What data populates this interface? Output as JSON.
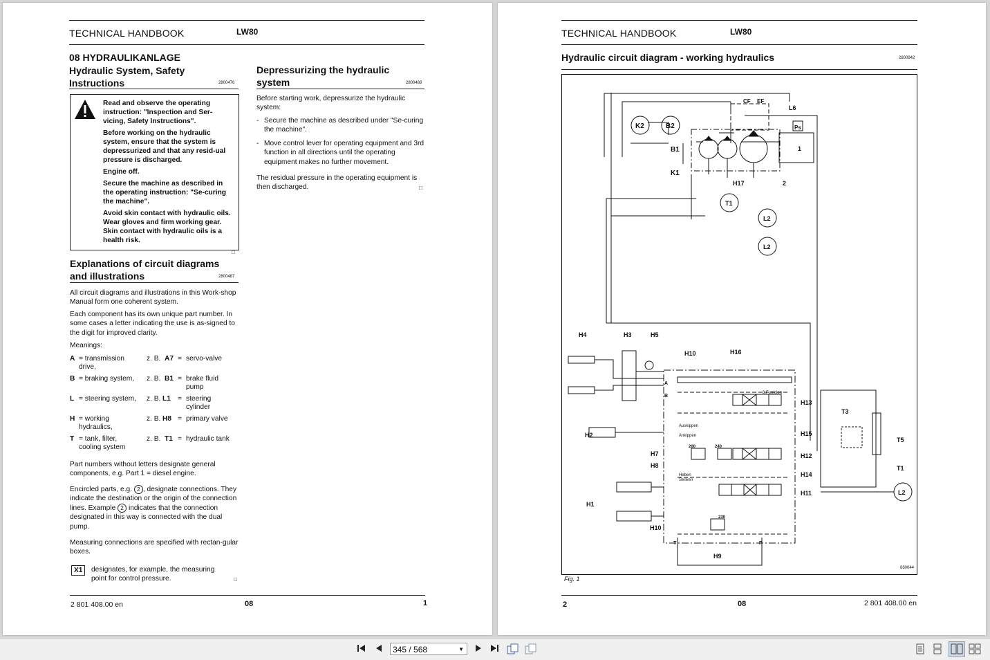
{
  "left_page": {
    "header": {
      "title": "TECHNICAL HANDBOOK",
      "model": "LW80"
    },
    "section_title": "08 HYDRAULIKANLAGE",
    "safety_title_1": "Hydraulic System, Safety",
    "safety_title_2": "Instructions",
    "safety_code": "2800476",
    "warning": [
      "Read and observe the operating instruction: \"Inspection and Ser-vicing, Safety Instructions\".",
      "Before working on the hydraulic system, ensure that the system is depressurized and that any resid-ual pressure is discharged.",
      "Engine off.",
      "Secure the machine as described in the operating instruction: \"Se-curing the machine\".",
      "Avoid skin contact with hydraulic oils. Wear gloves and firm working gear. Skin contact with hydraulic oils is a health risk."
    ],
    "end_mark": "□",
    "depress_title_1": "Depressurizing the hydraulic",
    "depress_title_2": "system",
    "depress_code": "2800488",
    "depress_intro": "Before starting work, depressurize the hydraulic system:",
    "depress_steps": [
      "Secure the machine as described under \"Se-curing the machine\".",
      "Move control lever for operating equipment and 3rd function in all directions until the operating equipment makes no further movement."
    ],
    "depress_outro": "The residual pressure in the operating equipment is then discharged.",
    "expl_title_1": "Explanations of circuit diagrams",
    "expl_title_2": "and illustrations",
    "expl_code": "2800487",
    "expl_p1": "All circuit diagrams and illustrations in this Work-shop Manual form one coherent system.",
    "expl_p2": "Each component has its own unique part number. In some cases a letter indicating the use is as-signed to the digit for improved clarity.",
    "meanings_label": "Meanings:",
    "meanings": [
      {
        "letter": "A",
        "def": "= transmission drive,",
        "example": "z. B.",
        "code": "A7",
        "eq": "=",
        "expl": "servo-valve"
      },
      {
        "letter": "B",
        "def": "= braking system,",
        "example": "z. B.",
        "code": "B1",
        "eq": "=",
        "expl": "brake fluid pump"
      },
      {
        "letter": "L",
        "def": "= steering system,",
        "example": "z. B.",
        "code": "L1",
        "eq": "=",
        "expl": "steering cylinder"
      },
      {
        "letter": "H",
        "def": "= working hydraulics,",
        "example": "z. B.",
        "code": "H8",
        "eq": "=",
        "expl": "primary valve"
      },
      {
        "letter": "T",
        "def": "= tank, filter, cooling system",
        "example": "z. B.",
        "code": "T1",
        "eq": "=",
        "expl": "hydraulic tank"
      }
    ],
    "expl_p3": "Part numbers without letters designate general components, e.g. Part 1 = diesel engine.",
    "expl_p4a": "Encircled parts, e.g.",
    "expl_p4_circle": "2",
    "expl_p4b": ", designate connections. They indicate the destination or the origin of the connection lines. Example",
    "expl_p4c": "indicates that the connection designated in this way is connected with the dual pump.",
    "expl_p5": "Measuring connections are specified with rectan-gular boxes.",
    "x1_label": "X1",
    "x1_text": "designates, for example, the measuring point for control pressure.",
    "footer": {
      "doc": "2 801 408.00 en",
      "section": "08",
      "page": "1"
    }
  },
  "right_page": {
    "header": {
      "title": "TECHNICAL HANDBOOK",
      "model": "LW80"
    },
    "title": "Hydraulic circuit diagram - working hydraulics",
    "code": "2800942",
    "diagram_labels": {
      "k2": "K2",
      "b2": "B2",
      "b1": "B1",
      "k1": "K1",
      "cf": "CF",
      "ef": "EF",
      "l6": "L6",
      "ps": "Ps",
      "one": "1",
      "h17": "H17",
      "two": "2",
      "t1": "T1",
      "l2a": "L2",
      "l2b": "L2",
      "h4": "H4",
      "h3": "H3",
      "h5": "H5",
      "h10a": "H10",
      "h16": "H16",
      "h13": "H13",
      "func3": "3.Funktion",
      "a": "A",
      "b": "B",
      "h2": "H2",
      "auskippen": "Auskippen",
      "ankippen": "Ankippen",
      "h15": "H15",
      "v200": "200",
      "v240": "240",
      "h7": "H7",
      "h12": "H12",
      "h8": "H8",
      "heben": "Heben",
      "senken": "Senken",
      "h14": "H14",
      "h1": "H1",
      "h11": "H11",
      "v230": "230",
      "h10b": "H10",
      "t": "T",
      "p": "P",
      "h9": "H9",
      "t3": "T3",
      "t5": "T5",
      "t1b": "T1",
      "l2c": "L2",
      "fig_code": "660044"
    },
    "fig_label": "Fig. 1",
    "footer": {
      "page": "2",
      "section": "08",
      "doc": "2 801 408.00 en"
    }
  },
  "toolbar": {
    "page_indicator": "345 / 568",
    "first_icon": "first-page-icon",
    "prev_icon": "previous-page-icon",
    "next_icon": "next-page-icon",
    "last_icon": "last-page-icon"
  }
}
